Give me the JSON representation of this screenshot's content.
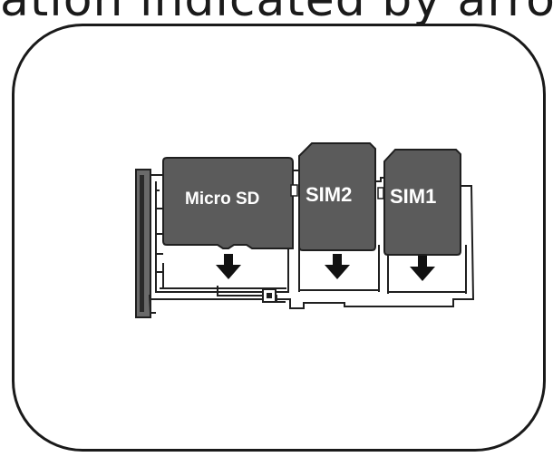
{
  "page": {
    "partial_heading": "ation indicated by arro"
  },
  "tray": {
    "cards": [
      {
        "label": "Micro SD"
      },
      {
        "label": "SIM2"
      },
      {
        "label": "SIM1"
      }
    ]
  },
  "colors": {
    "card_fill": "#5b5b5b",
    "tray_fill": "#ffffff",
    "stroke": "#1f1f1f",
    "label": "#ffffff"
  },
  "icons": [
    "down-arrow-icon",
    "down-arrow-icon",
    "down-arrow-icon",
    "eject-hole-icon"
  ]
}
